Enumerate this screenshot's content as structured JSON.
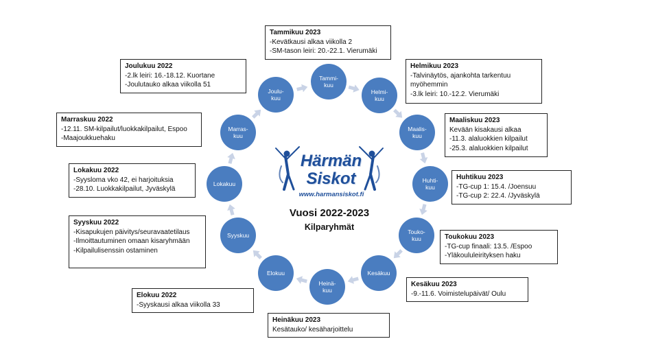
{
  "center": {
    "title": "Vuosi 2022-2023",
    "subtitle": "Kilparyhmät"
  },
  "logo": {
    "line1": "Härmän",
    "line2": "Siskot",
    "url": "www.harmansiskot.fi"
  },
  "colors": {
    "circle": "#4a7dc0",
    "arrow": "#c9d3e6",
    "logo": "#1f4f9a"
  },
  "months": [
    {
      "key": "tammi",
      "label": "Tammi-\nkuu",
      "title": "Tammikuu 2023",
      "lines": [
        "-Kevätkausi alkaa viikolla 2",
        "-SM-tason leiri: 20.-22.1. Vierumäki"
      ]
    },
    {
      "key": "helmi",
      "label": "Helmi-\nkuu",
      "title": "Helmikuu 2023",
      "lines": [
        "-Talvinäytös, ajankohta tarkentuu myöhemmin",
        "-3.lk leiri: 10.-12.2. Vierumäki"
      ]
    },
    {
      "key": "maalis",
      "label": "Maalis-\nkuu",
      "title": "Maaliskuu 2023",
      "lines": [
        "Kevään kisakausi alkaa",
        "-11.3. alaluokkien kilpailut",
        "-25.3. alaluokkien kilpailut"
      ]
    },
    {
      "key": "huhti",
      "label": "Huhti-\nkuu",
      "title": "Huhtikuu 2023",
      "lines": [
        "-TG-cup 1: 15.4. /Joensuu",
        "-TG-cup 2: 22.4. /Jyväskylä"
      ]
    },
    {
      "key": "touko",
      "label": "Touko-\nkuu",
      "title": "Toukokuu 2023",
      "lines": [
        "-TG-cup finaali: 13.5. /Espoo",
        "-Yläkoululeirityksen haku"
      ]
    },
    {
      "key": "kesa",
      "label": "Kesäkuu",
      "title": "Kesäkuu 2023",
      "lines": [
        "-9.-11.6. Voimistelupäivät/ Oulu"
      ]
    },
    {
      "key": "heina",
      "label": "Heinä-\nkuu",
      "title": "Heinäkuu 2023",
      "lines": [
        "Kesätauko/ kesäharjoittelu"
      ]
    },
    {
      "key": "elo",
      "label": "Elokuu",
      "title": "Elokuu 2022",
      "lines": [
        "-Syyskausi alkaa viikolla 33"
      ]
    },
    {
      "key": "syys",
      "label": "Syyskuu",
      "title": "Syyskuu 2022",
      "lines": [
        "-Kisapukujen päivitys/seuravaatetilaus",
        "-Ilmoittautuminen omaan kisaryhmään",
        "-Kilpailulisenssin ostaminen"
      ]
    },
    {
      "key": "loka",
      "label": "Lokakuu",
      "title": "Lokakuu 2022",
      "lines": [
        "-Syysloma vko 42, ei harjoituksia",
        "-28.10. Luokkakilpailut, Jyväskylä"
      ]
    },
    {
      "key": "marras",
      "label": "Marras-\nkuu",
      "title": "Marraskuu 2022",
      "lines": [
        "-12.11. SM-kilpailut/luokkakilpailut, Espoo",
        "-Maajoukkuehaku"
      ]
    },
    {
      "key": "joulu",
      "label": "Joulu-\nkuu",
      "title": "Joulukuu 2022",
      "lines": [
        "-2.lk leiri: 16.-18.12. Kuortane",
        "-Joulutauko alkaa viikolla 51"
      ]
    }
  ]
}
